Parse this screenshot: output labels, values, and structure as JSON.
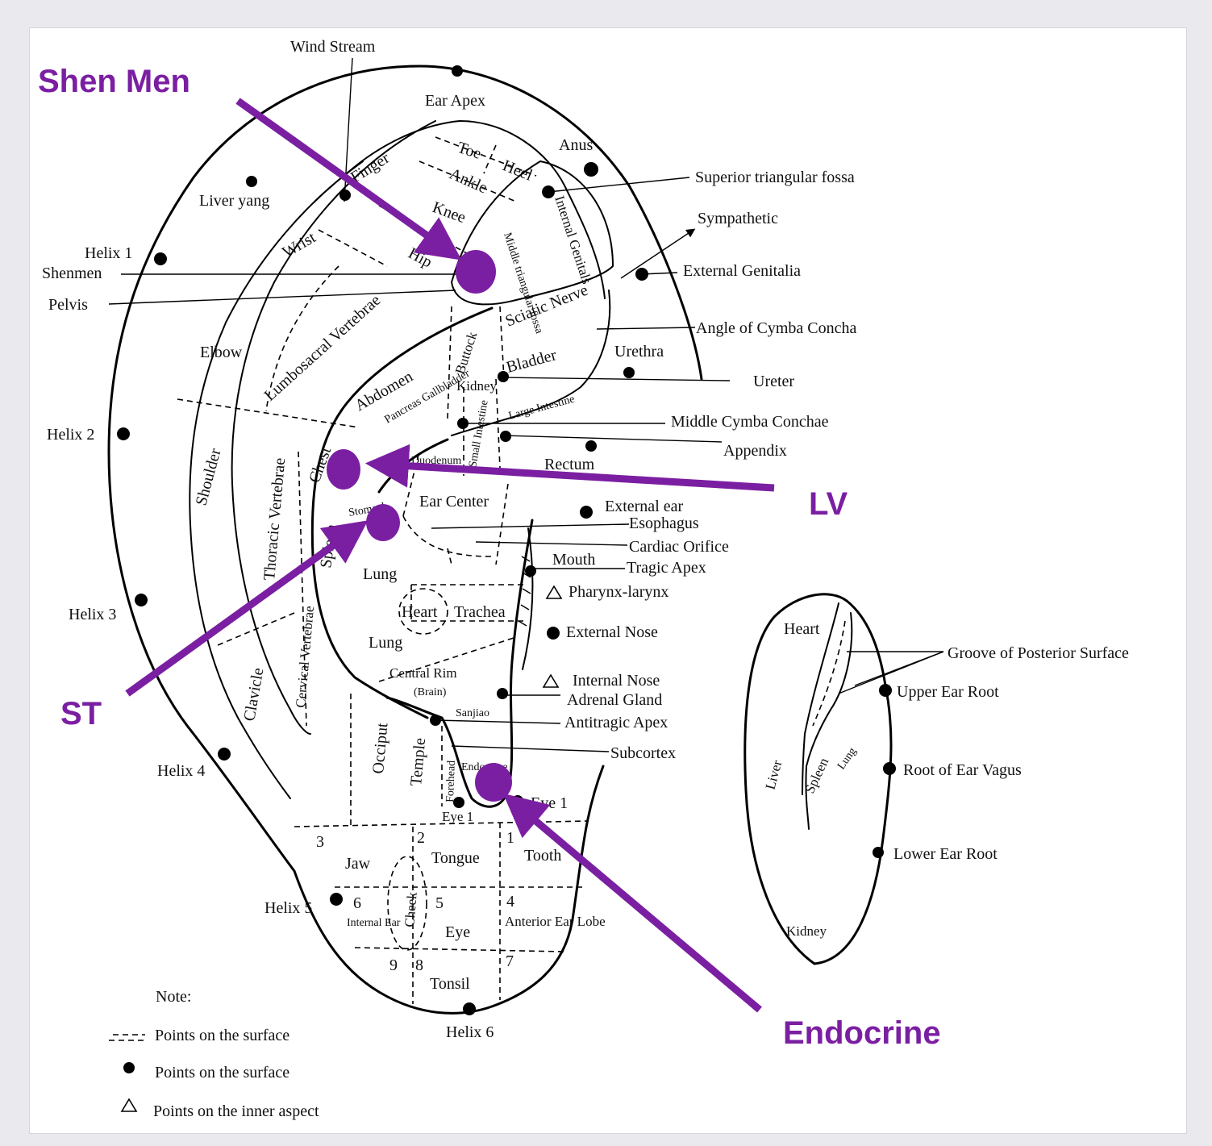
{
  "colors": {
    "accent": "#7b1fa2",
    "ink": "#000000",
    "page": "#ffffff"
  },
  "callouts": {
    "shen_men": "Shen Men",
    "lv": "LV",
    "st": "ST",
    "endocrine": "Endocrine"
  },
  "labels": {
    "wind_stream": "Wind Stream",
    "ear_apex": "Ear Apex",
    "anus": "Anus",
    "toe": "Toe",
    "heel": "Heel",
    "finger": "Finger",
    "ankle": "Ankle",
    "knee": "Knee",
    "hip": "Hip",
    "wrist": "Wrist",
    "liver_yang": "Liver yang",
    "internal_genitals": "Internal Genitals",
    "middle_triangular": "Middle triangular fossa",
    "superior_triangular_fossa": "Superior triangular fossa",
    "sympathetic": "Sympathetic",
    "external_genitalia": "External Genitalia",
    "helix1": "Helix 1",
    "shenmen": "Shenmen",
    "pelvis": "Pelvis",
    "sciatic_nerve": "Sciatic Nerve",
    "angle_cymba": "Angle of Cymba Concha",
    "lumbosacral": "Lumbosacral Vertebrae",
    "buttock": "Buttock",
    "elbow": "Elbow",
    "urethra": "Urethra",
    "bladder": "Bladder",
    "ureter": "Ureter",
    "abdomen": "Abdomen",
    "kidney": "Kidney",
    "pancreas_gallbladder": "Pancreas Gallbladder",
    "large_intestine": "Large Intestine",
    "middle_cymba": "Middle Cymba Conchae",
    "helix2": "Helix 2",
    "small_intestine": "Small Intestine",
    "appendix": "Appendix",
    "shoulder": "Shoulder",
    "thoracic": "Thoracic Vertebrae",
    "chest": "Chest",
    "duodenum": "Duodenum",
    "rectum": "Rectum",
    "stomach": "Stomach",
    "ear_center": "Ear Center",
    "external_ear": "External ear",
    "esophagus": "Esophagus",
    "spleen": "Spleen",
    "cardiac_orifice": "Cardiac Orifice",
    "mouth": "Mouth",
    "tragic_apex": "Tragic Apex",
    "lung": "Lung",
    "pharynx": "Pharynx-larynx",
    "helix3": "Helix 3",
    "heart": "Heart",
    "trachea": "Trachea",
    "external_nose": "External Nose",
    "lung2": "Lung",
    "cervical": "Cervical Vertebrae",
    "clavicle": "Clavicle",
    "central_rim": "Central Rim",
    "brain": "(Brain)",
    "internal_nose": "Internal Nose",
    "adrenal": "Adrenal Gland",
    "sanjiao": "Sanjiao",
    "antitragic": "Antitragic Apex",
    "occiput": "Occiput",
    "temple": "Temple",
    "forehead": "Forehead",
    "subcortex": "Subcortex",
    "endocrine_small": "Endocrine",
    "helix4": "Helix 4",
    "eye1a": "Eye 1",
    "eye1b": "Eye 1",
    "n3": "3",
    "n2": "2",
    "n1": "1",
    "jaw": "Jaw",
    "tongue": "Tongue",
    "tooth": "Tooth",
    "cheek": "Cheek",
    "helix5": "Helix 5",
    "n6": "6",
    "n5": "5",
    "n4": "4",
    "internal_ear": "Internal Ear",
    "eye": "Eye",
    "anterior_lobe": "Anterior Ear Lobe",
    "n9": "9",
    "n8": "8",
    "n7": "7",
    "tonsil": "Tonsil",
    "helix6": "Helix 6",
    "back_heart": "Heart",
    "groove": "Groove of Posterior Surface",
    "upper_root": "Upper Ear Root",
    "liver": "Liver",
    "back_spleen": "Spleen",
    "back_lung": "Lung",
    "vagus": "Root of Ear Vagus",
    "lower_root": "Lower Ear Root",
    "back_kidney": "Kidney"
  },
  "legend": {
    "note": "Note:",
    "dashed": "Points on the surface",
    "dot": "Points on the surface",
    "triangle": "Points on the inner aspect"
  }
}
